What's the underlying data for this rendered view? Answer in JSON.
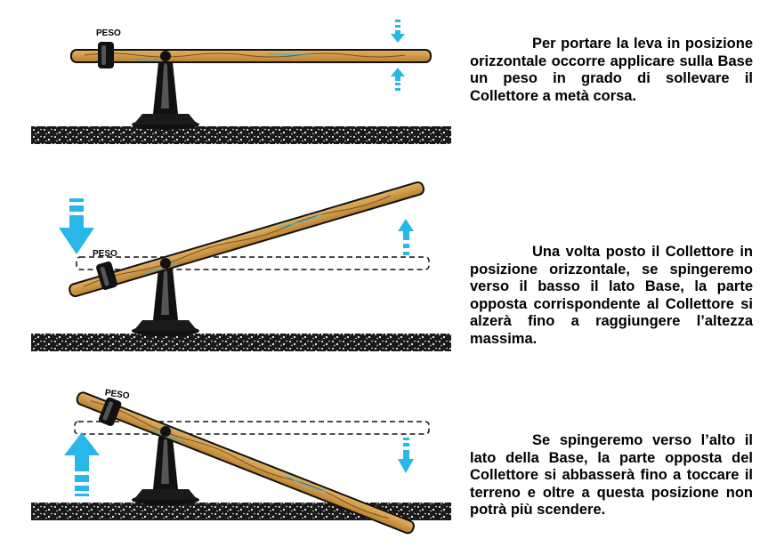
{
  "weight_label": "PESO",
  "colors": {
    "wood": "#c8913a",
    "wood_grain": "#7a4f1a",
    "arrow": "#29b6e8",
    "ground": "#1a1a1a",
    "fulcrum": "#111111"
  },
  "panels": [
    {
      "state": "horizontal",
      "caption": "Per portare la leva in posizione orizzontale occorre applicare sulla Base un peso in grado di sollevare il Collettore a metà corsa."
    },
    {
      "state": "base-down",
      "caption": "Una volta posto il Collettore in posizione orizzontale, se spingeremo verso il basso il lato Base, la parte opposta corrispondente al Collettore si alzerà fino a raggiungere l’altezza massima."
    },
    {
      "state": "base-up",
      "caption": "Se spingeremo verso l’alto il lato della Base, la parte opposta del Collettore si abbasserà fino a toccare il terreno e oltre a questa posizione non potrà più scendere."
    }
  ]
}
